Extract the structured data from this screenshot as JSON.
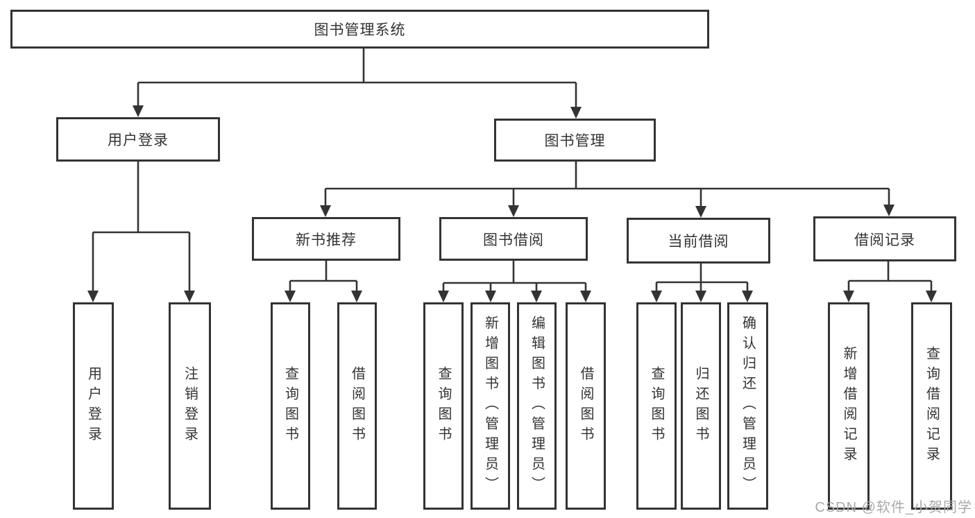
{
  "diagram": {
    "title": "图书管理系统",
    "level2": [
      {
        "label": "用户登录"
      },
      {
        "label": "图书管理"
      }
    ],
    "level3": [
      {
        "label": "新书推荐"
      },
      {
        "label": "图书借阅"
      },
      {
        "label": "当前借阅"
      },
      {
        "label": "借阅记录"
      }
    ],
    "leaves": {
      "user_login": [
        {
          "label": "用户登录"
        },
        {
          "label": "注销登录"
        }
      ],
      "new_book": [
        {
          "label": "查询图书"
        },
        {
          "label": "借阅图书"
        }
      ],
      "borrow": [
        {
          "label": "查询图书"
        },
        {
          "label": "新增图书（管理员）"
        },
        {
          "label": "编辑图书（管理员）"
        },
        {
          "label": "借阅图书"
        }
      ],
      "current": [
        {
          "label": "查询图书"
        },
        {
          "label": "归还图书"
        },
        {
          "label": "确认归还（管理员）"
        }
      ],
      "record": [
        {
          "label": "新增借阅记录"
        },
        {
          "label": "查询借阅记录"
        }
      ]
    },
    "watermark": "CSDN @软件_小贺同学",
    "colors": {
      "line": "#333333",
      "background": "#ffffff",
      "watermark": "#a9a9a9"
    }
  }
}
